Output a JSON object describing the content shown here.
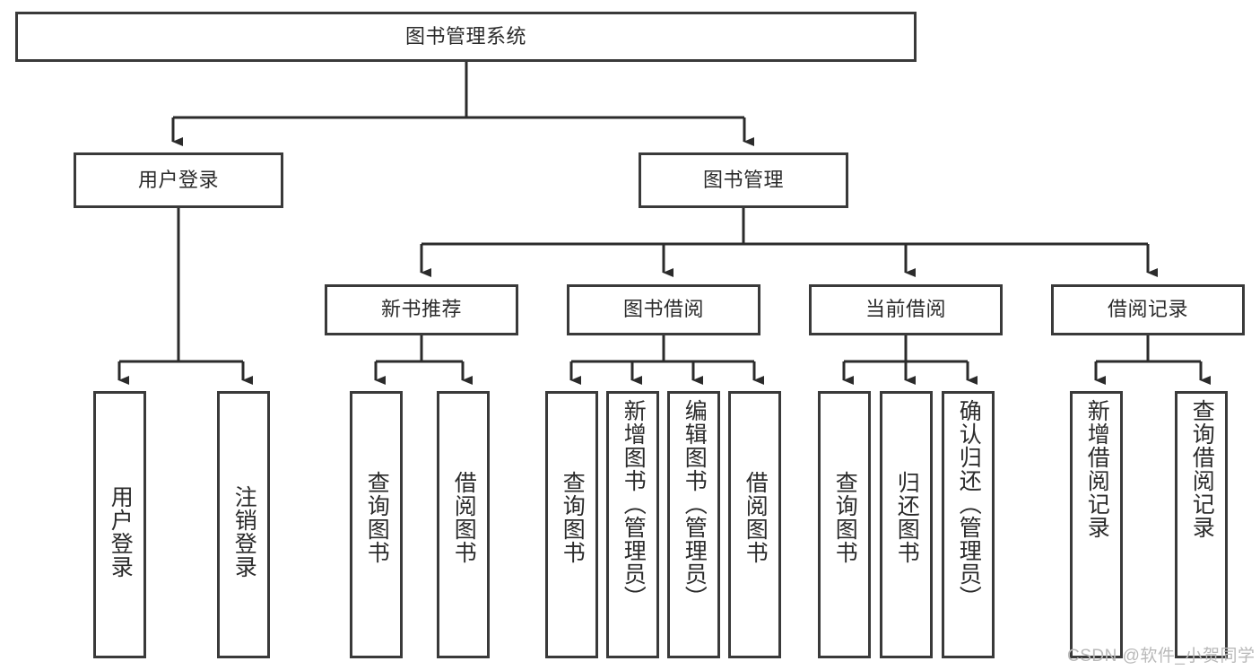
{
  "diagram": {
    "type": "tree-hierarchy-flowchart",
    "title_text": "图书管理系统",
    "colors": {
      "box_border": "#3a3a3a",
      "box_fill": "#ffffff",
      "connector": "#2b2b2b",
      "watermark": "#b9b9b9"
    },
    "root": {
      "label": "图书管理系统"
    },
    "level2": [
      {
        "label": "用户登录"
      },
      {
        "label": "图书管理"
      }
    ],
    "level3": [
      {
        "label": "新书推荐"
      },
      {
        "label": "图书借阅"
      },
      {
        "label": "当前借阅"
      },
      {
        "label": "借阅记录"
      }
    ],
    "leaves": {
      "user_login": [
        {
          "label": "用户登录"
        },
        {
          "label": "注销登录"
        }
      ],
      "new_book_recommend": [
        {
          "label": "查询图书"
        },
        {
          "label": "借阅图书"
        }
      ],
      "book_borrow": [
        {
          "label": "查询图书"
        },
        {
          "label": "新增图书（管理员）"
        },
        {
          "label": "编辑图书（管理员）"
        },
        {
          "label": "借阅图书"
        }
      ],
      "current_borrow": [
        {
          "label": "查询图书"
        },
        {
          "label": "归还图书"
        },
        {
          "label": "确认归还（管理员）"
        }
      ],
      "borrow_records": [
        {
          "label": "新增借阅记录"
        },
        {
          "label": "查询借阅记录"
        }
      ]
    }
  },
  "watermark": {
    "text": "CSDN @软件_小贺同学"
  }
}
